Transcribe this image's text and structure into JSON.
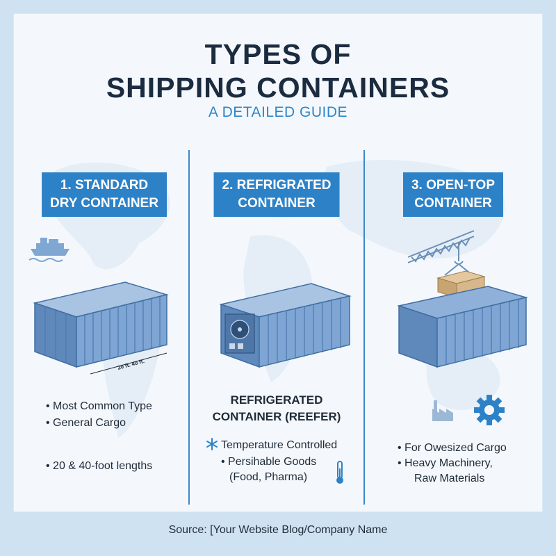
{
  "header": {
    "title_line1": "TYPES OF",
    "title_line2": "SHIPPING CONTAINERS",
    "subtitle": "A DETAILED GUIDE"
  },
  "columns": [
    {
      "heading_line1": "1. STANDARD",
      "heading_line2": "DRY CONTAINER",
      "dimension_label": "20 ft. 40 ft.",
      "bullets": [
        "• Most Common Type",
        "• General Cargo",
        "• 20 & 40-foot lengths"
      ]
    },
    {
      "heading_line1": "2. REFRIGRATED",
      "heading_line2": "CONTAINER",
      "subheading_line1": "REFRIGERATED",
      "subheading_line2": "CONTAINER (REEFER)",
      "bullets": [
        "Temperature Controlled",
        "• Persihable Goods",
        "(Food, Pharma)"
      ]
    },
    {
      "heading_line1": "3. OPEN-TOP",
      "heading_line2": "CONTAINER",
      "bullets": [
        "• For Owesized Cargo",
        "• Heavy Machinery,",
        "Raw Materials"
      ]
    }
  ],
  "footer": {
    "source": "Source: [Your Website Blog/Company Name"
  },
  "icons": [
    "ship-icon",
    "snowflake-icon",
    "thermometer-icon",
    "factory-icon",
    "gear-icon",
    "crane-icon"
  ],
  "colors": {
    "accent": "#2d82c7",
    "title": "#1b2b40",
    "container": "#6f99c9",
    "background": "#cfe2f1"
  }
}
